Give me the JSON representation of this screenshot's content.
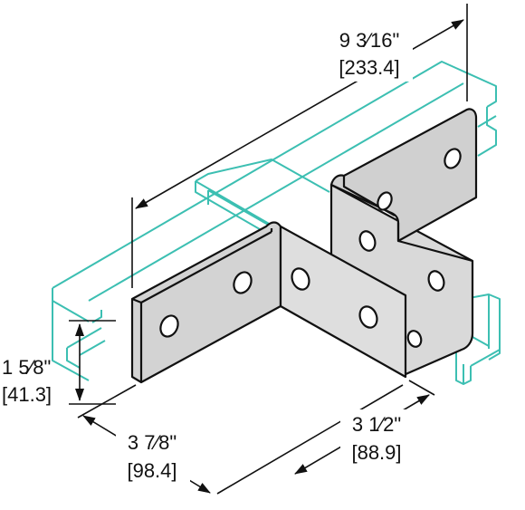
{
  "dimensions": {
    "length": {
      "inches": "9 3⁄16\"",
      "mm": "[233.4]"
    },
    "height": {
      "inches": "1 5⁄8\"",
      "mm": "[41.3]"
    },
    "leg_a": {
      "inches": "3 7⁄8\"",
      "mm": "[98.4]"
    },
    "leg_b": {
      "inches": "3 1⁄2\"",
      "mm": "[88.9]"
    }
  },
  "colors": {
    "channel": "#3cbfb2",
    "plate": "#d9d9d9",
    "plate_stroke": "#111111",
    "dimension_line": "#111111"
  }
}
